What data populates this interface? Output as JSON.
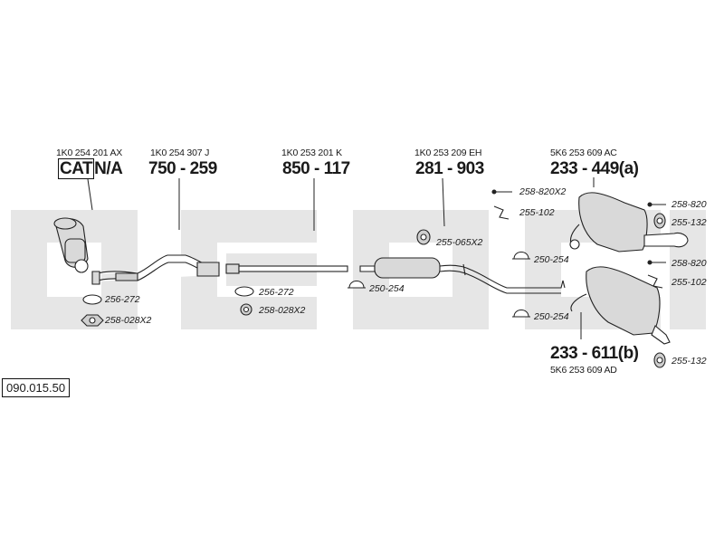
{
  "diagram_id": "090.015.50",
  "sections": [
    {
      "oem": "1K0 254 201 AX",
      "part_cat": "CAT",
      "part_suffix": "N/A"
    },
    {
      "oem": "1K0 254 307 J",
      "part": "750 - 259"
    },
    {
      "oem": "1K0 253 201 K",
      "part": "850 - 117"
    },
    {
      "oem": "1K0 253 209 EH",
      "part": "281 - 903"
    },
    {
      "oem": "5K6 253 609 AC",
      "part": "233 - 449(a)"
    },
    {
      "oem": "5K6 253 609 AD",
      "part": "233 - 611(b)"
    }
  ],
  "accessories": {
    "gasket_1": "256-272",
    "nut_1": "258-028X2",
    "gasket_2": "256-272",
    "nut_2": "258-028X2",
    "clamp_1": "250-254",
    "hanger_1": "255-065X2",
    "clamp_2": "250-254",
    "clamp_3": "250-254",
    "screw_1": "258-820X2",
    "bracket_1": "255-102",
    "screw_2": "258-820",
    "hanger_2": "255-132",
    "screw_3": "258-820",
    "bracket_2": "255-102",
    "hanger_3": "255-132"
  },
  "colors": {
    "watermark": "#e6e6e6",
    "line": "#222222",
    "part_fill": "#d9d9d9"
  }
}
